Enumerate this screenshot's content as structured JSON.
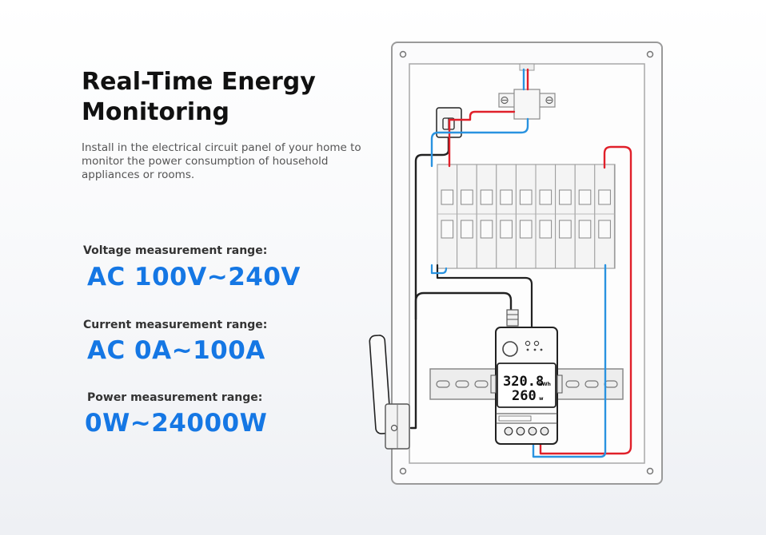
{
  "heading": {
    "title": "Real-Time Energy\nMonitoring",
    "description": "Install in the electrical circuit panel of your home to monitor the power consumption of household appliances or rooms."
  },
  "specs": [
    {
      "label": "Voltage measurement range:",
      "value": "AC 100V~240V"
    },
    {
      "label": "Current measurement range:",
      "value": "AC 0A~100A"
    },
    {
      "label": "Power measurement range:",
      "value": "0W~24000W"
    }
  ],
  "device": {
    "energy_value": "320.8",
    "energy_unit": "kWh",
    "power_value": "260",
    "power_unit": "w"
  },
  "colors": {
    "accent": "#1577e4",
    "live_wire": "#e0202a",
    "neutral_wire": "#2a93e0",
    "signal_wire": "#222222"
  }
}
